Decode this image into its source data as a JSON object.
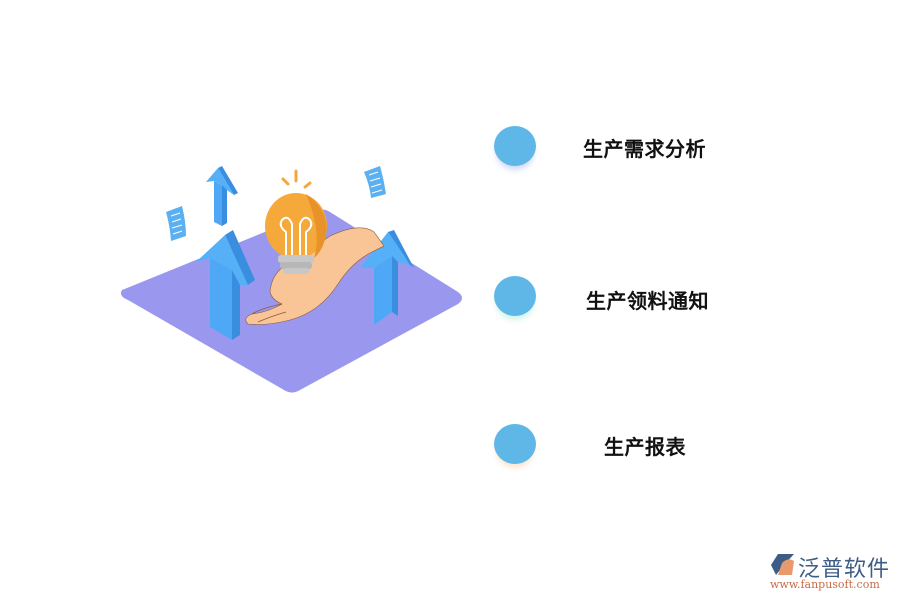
{
  "illustration": {
    "description": "isometric purple platform with hand holding light bulb and rising arrows",
    "colors": {
      "platform": "#9a98ee",
      "arrow": "#4fa8f5",
      "arrow_side": "#3a8ee0",
      "bulb": "#f6a93b",
      "bulb_shade": "#e8932a",
      "hand": "#f9c597",
      "socket": "#c7c7c7",
      "paper": "#5ab0f0"
    }
  },
  "items": [
    {
      "label": "生产需求分析",
      "color": "#5eb7e6"
    },
    {
      "label": "生产领料通知",
      "color": "#5eb7e6"
    },
    {
      "label": "生产报表",
      "color": "#5eb7e6"
    }
  ],
  "logo": {
    "name": "泛普软件",
    "url": "www.fanpusoft.com",
    "colors": {
      "primary": "#3d5d86",
      "accent": "#e89a6c"
    }
  }
}
